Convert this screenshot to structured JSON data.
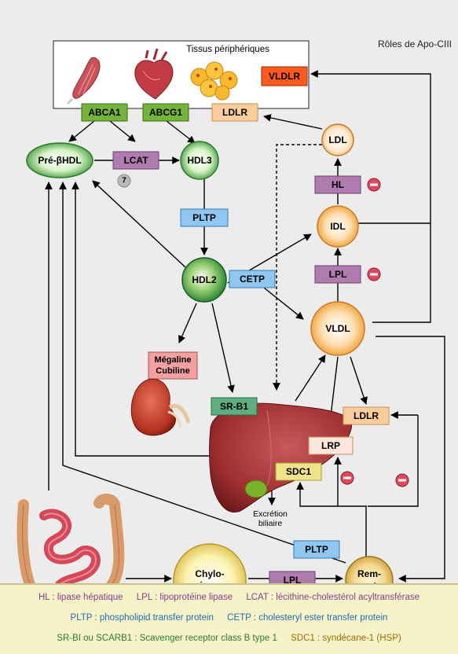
{
  "title": "Rôles de Apo-CIII",
  "tissues_label": "Tissus périphériques",
  "nodes": {
    "pre_beta_hdl": "Pré-βHDL",
    "hdl3": "HDL3",
    "hdl2": "HDL2",
    "ldl": "LDL",
    "idl": "IDL",
    "vldl": "VLDL",
    "chylo_1": "Chylo-",
    "chylo_2": "microns",
    "remnants_1": "Rem-",
    "remnants_2": "nants"
  },
  "boxes": {
    "abca1": "ABCA1",
    "abcg1": "ABCG1",
    "ldlr_periph": "LDLR",
    "vldlr": "VLDLR",
    "lcat": "LCAT",
    "pltp_mid": "PLTP",
    "cetp": "CETP",
    "hl": "HL",
    "lpl_idl": "LPL",
    "megaline_1": "Mégaline",
    "megaline_2": "Cubiline",
    "srb1": "SR-B1",
    "ldlr_liver": "LDLR",
    "lrp": "LRP",
    "sdc1": "SDC1",
    "pltp_bottom": "PLTP",
    "lpl_bottom": "LPL"
  },
  "badge_7": "7",
  "excretion_1": "Excrétion",
  "excretion_2": "biliaire",
  "legend": {
    "hl": "HL : lipase hépatique",
    "lpl": "LPL : lipoprotéine lipase",
    "lcat": "LCAT : lécithine-cholestérol acyltransférase",
    "pltp": "PLTP : phospholipid transfer protein",
    "cetp": "CETP : cholesteryl ester transfer protein",
    "srb1": "SR-BI ou SCARB1 : Scavenger receptor class B type 1",
    "sdc1": "SDC1 : syndécane-1 (HSP)"
  },
  "colors": {
    "green": "#74b43a",
    "purple": "#b07cb0",
    "blue": "#8ec7f0",
    "orange_light": "#fbcd9c",
    "orange_red": "#ff5a1e",
    "pink": "#f2a0a0",
    "sr_green": "#5fae82",
    "sdc_yellow": "#efe38a",
    "minus_red": "#e0485e",
    "lcat_text": "#8b3c8b",
    "pltp_text": "#1e6bb0",
    "srb1_text": "#2d7a34",
    "sdc1_text": "#a06a00"
  }
}
